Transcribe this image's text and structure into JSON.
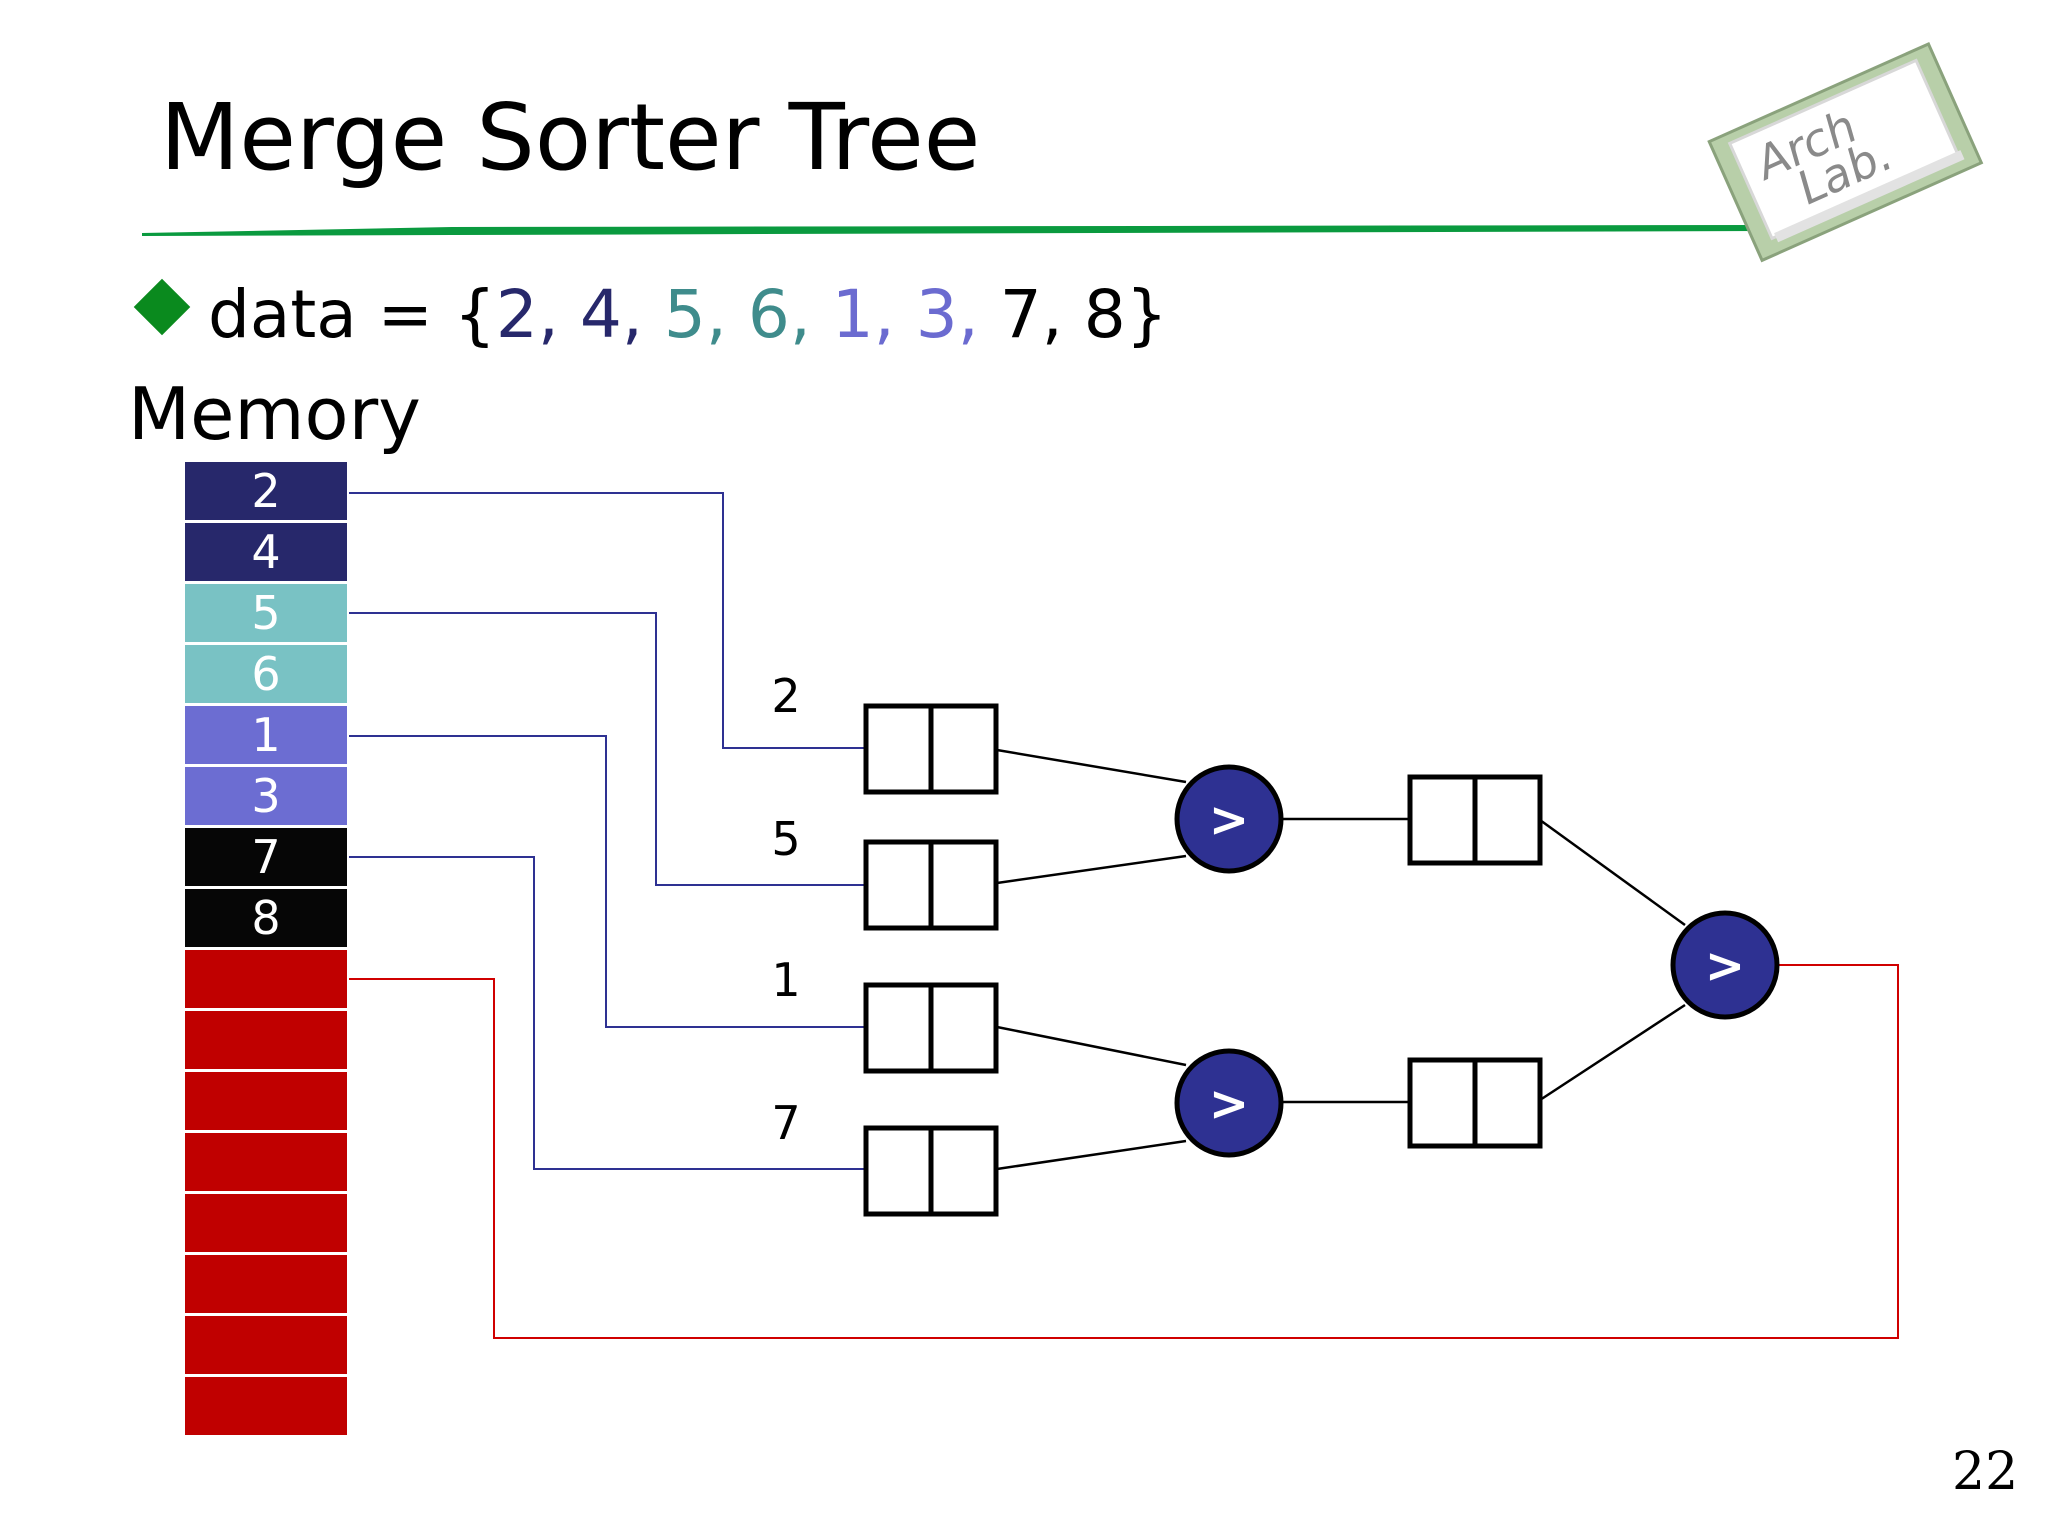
{
  "slide": {
    "title": "Merge Sorter Tree",
    "page_number": "22"
  },
  "logo": {
    "line1": "Arch",
    "line2": "Lab."
  },
  "bullet": {
    "prefix": "data = {",
    "items": [
      {
        "value": "2",
        "color": "#27286b"
      },
      {
        "value": "4",
        "color": "#27286b"
      },
      {
        "value": "5",
        "color": "#3f8c8c"
      },
      {
        "value": "6",
        "color": "#3f8c8c"
      },
      {
        "value": "1",
        "color": "#6b6bd0"
      },
      {
        "value": "3",
        "color": "#6b6bd0"
      },
      {
        "value": "7",
        "color": "#000000"
      },
      {
        "value": "8",
        "color": "#000000"
      }
    ],
    "separator": ", ",
    "suffix": "}"
  },
  "memory": {
    "label": "Memory",
    "cells": [
      {
        "value": "2",
        "color": "#27286b"
      },
      {
        "value": "4",
        "color": "#27286b"
      },
      {
        "value": "5",
        "color": "#79c2c4"
      },
      {
        "value": "6",
        "color": "#79c2c4"
      },
      {
        "value": "1",
        "color": "#6c6dd2"
      },
      {
        "value": "3",
        "color": "#6c6dd2"
      },
      {
        "value": "7",
        "color": "#060606"
      },
      {
        "value": "8",
        "color": "#060606"
      },
      {
        "value": "",
        "color": "#c00000"
      },
      {
        "value": "",
        "color": "#c00000"
      },
      {
        "value": "",
        "color": "#c00000"
      },
      {
        "value": "",
        "color": "#c00000"
      },
      {
        "value": "",
        "color": "#c00000"
      },
      {
        "value": "",
        "color": "#c00000"
      },
      {
        "value": "",
        "color": "#c00000"
      },
      {
        "value": "",
        "color": "#c00000"
      }
    ]
  },
  "tree": {
    "input_labels": [
      "2",
      "5",
      "1",
      "7"
    ],
    "comparator_symbol": ">",
    "comparator_color": "#2e3192",
    "input_wire_color": "#2e3192",
    "output_wire_color": "#d00000"
  }
}
